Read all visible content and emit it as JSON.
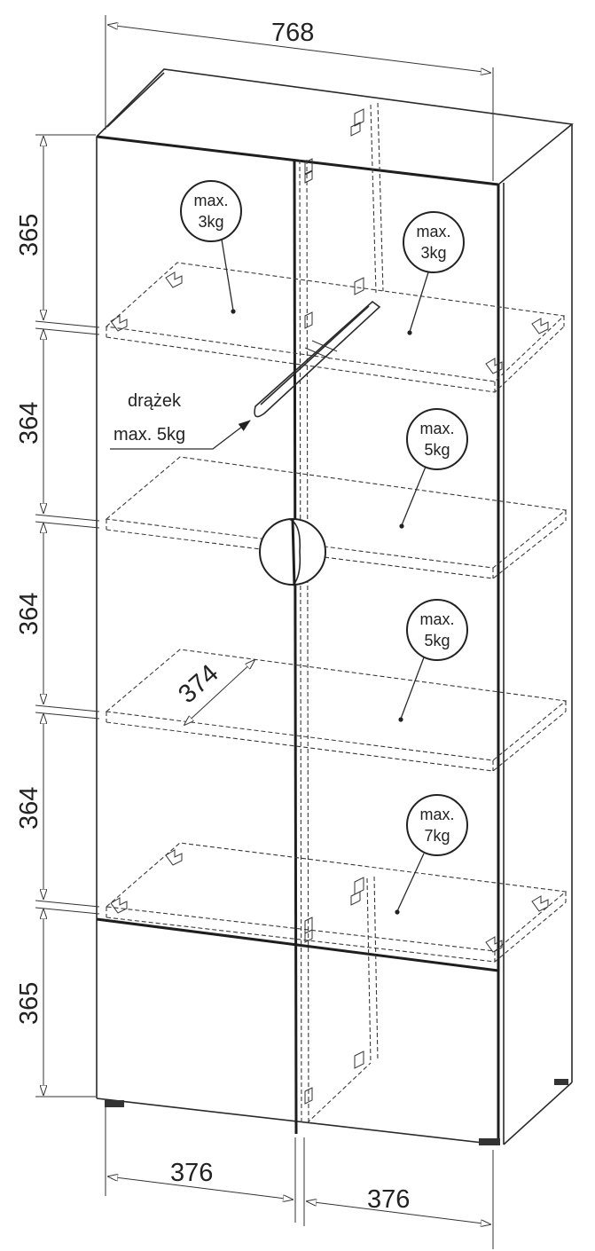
{
  "dimensions": {
    "overall_width": "768",
    "door_width_left": "376",
    "door_width_right": "376",
    "shelf_depth": "374",
    "heights": [
      "365",
      "364",
      "364",
      "364",
      "365"
    ]
  },
  "load_labels": [
    {
      "id": "top-left",
      "line1": "max.",
      "line2": "3kg"
    },
    {
      "id": "top-right",
      "line1": "max.",
      "line2": "3kg"
    },
    {
      "id": "shelf-2",
      "line1": "max.",
      "line2": "5kg"
    },
    {
      "id": "shelf-3",
      "line1": "max.",
      "line2": "5kg"
    },
    {
      "id": "bottom",
      "line1": "max.",
      "line2": "7kg"
    }
  ],
  "rail": {
    "name": "drążek",
    "load": "max. 5kg"
  }
}
